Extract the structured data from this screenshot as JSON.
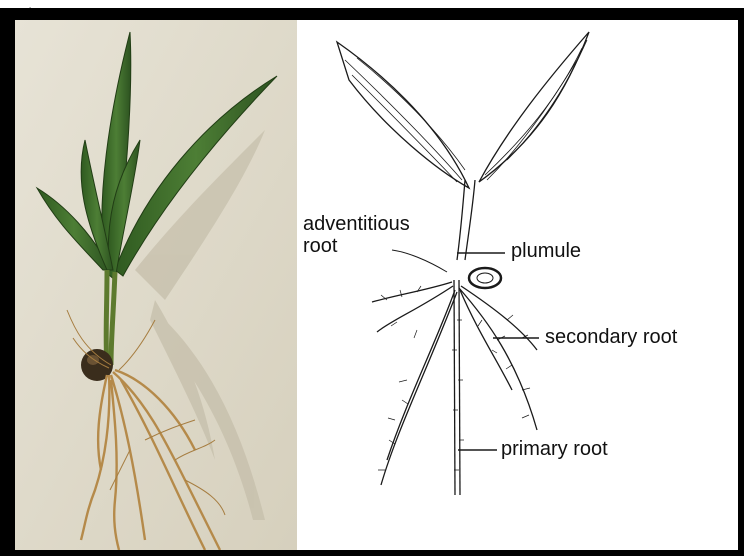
{
  "corner_mark": "ุ",
  "labels": {
    "adventitious_root": [
      "adventitious",
      "root"
    ],
    "plumule": "plumule",
    "secondary_root": "secondary root",
    "primary_root": "primary root"
  },
  "colors": {
    "frame": "#000000",
    "photo_background": "#ddd8c8",
    "leaf_green": "#3f6a2a",
    "root_tan": "#b58a4a",
    "ink": "#1a1a1a"
  }
}
